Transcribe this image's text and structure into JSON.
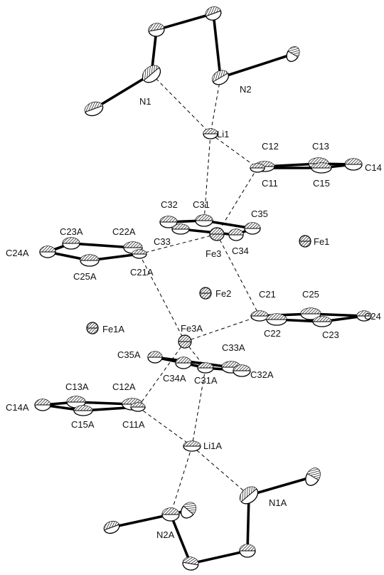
{
  "figure": {
    "labels": [
      {
        "id": "N1",
        "text": "N1"
      },
      {
        "id": "N2",
        "text": "N2"
      },
      {
        "id": "Li1",
        "text": "Li1"
      },
      {
        "id": "C12",
        "text": "C12"
      },
      {
        "id": "C13",
        "text": "C13"
      },
      {
        "id": "C11",
        "text": "C11"
      },
      {
        "id": "C15",
        "text": "C15"
      },
      {
        "id": "C14",
        "text": "C14"
      },
      {
        "id": "C32",
        "text": "C32"
      },
      {
        "id": "C31",
        "text": "C31"
      },
      {
        "id": "C35",
        "text": "C35"
      },
      {
        "id": "C33",
        "text": "C33"
      },
      {
        "id": "Fe3",
        "text": "Fe3"
      },
      {
        "id": "C34",
        "text": "C34"
      },
      {
        "id": "Fe1",
        "text": "Fe1"
      },
      {
        "id": "C23A",
        "text": "C23A"
      },
      {
        "id": "C22A",
        "text": "C22A"
      },
      {
        "id": "C24A",
        "text": "C24A"
      },
      {
        "id": "C25A",
        "text": "C25A"
      },
      {
        "id": "C21A",
        "text": "C21A"
      },
      {
        "id": "Fe2",
        "text": "Fe2"
      },
      {
        "id": "C21",
        "text": "C21"
      },
      {
        "id": "C25",
        "text": "C25"
      },
      {
        "id": "C22",
        "text": "C22"
      },
      {
        "id": "C24",
        "text": "C24"
      },
      {
        "id": "C23",
        "text": "C23"
      },
      {
        "id": "Fe1A",
        "text": "Fe1A"
      },
      {
        "id": "Fe3A",
        "text": "Fe3A"
      },
      {
        "id": "C35A",
        "text": "C35A"
      },
      {
        "id": "C33A",
        "text": "C33A"
      },
      {
        "id": "C34A",
        "text": "C34A"
      },
      {
        "id": "C31A",
        "text": "C31A"
      },
      {
        "id": "C32A",
        "text": "C32A"
      },
      {
        "id": "C13A",
        "text": "C13A"
      },
      {
        "id": "C12A",
        "text": "C12A"
      },
      {
        "id": "C14A",
        "text": "C14A"
      },
      {
        "id": "C15A",
        "text": "C15A"
      },
      {
        "id": "C11A",
        "text": "C11A"
      },
      {
        "id": "Li1A",
        "text": "Li1A"
      },
      {
        "id": "N1A",
        "text": "N1A"
      },
      {
        "id": "N2A",
        "text": "N2A"
      }
    ]
  }
}
